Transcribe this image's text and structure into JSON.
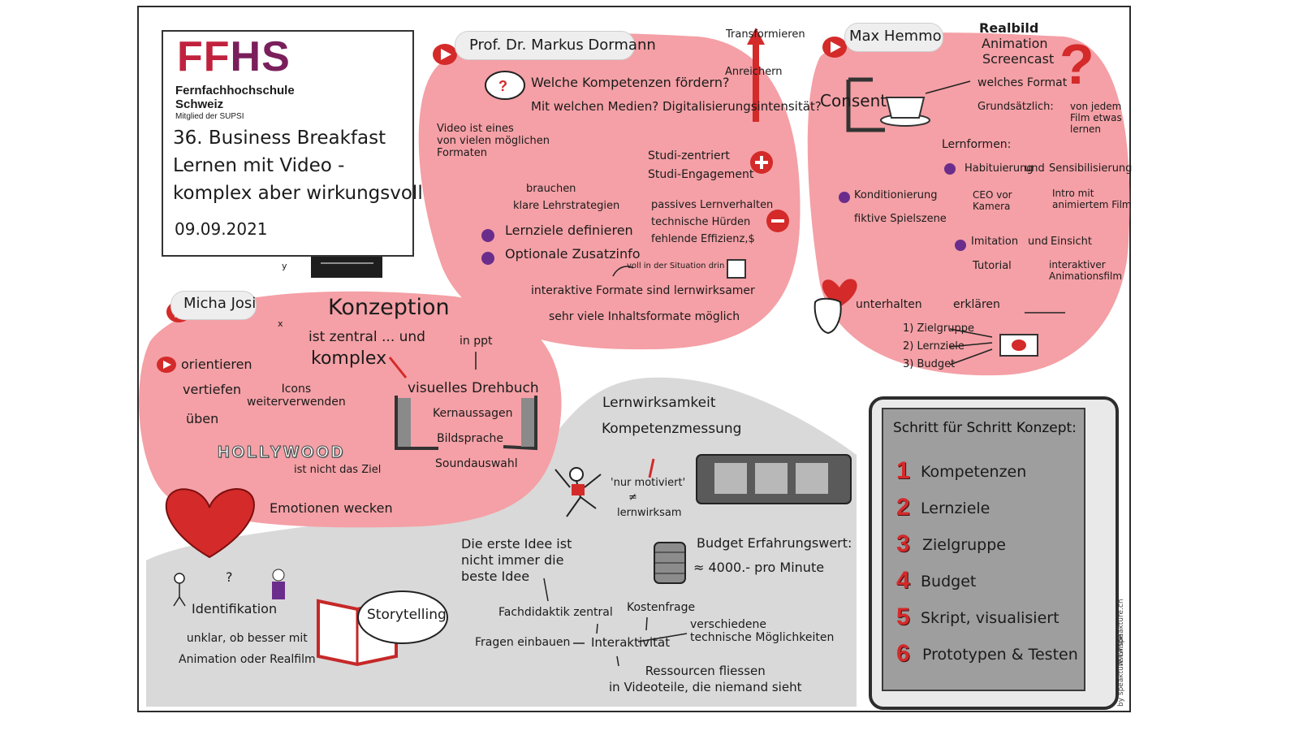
{
  "colors": {
    "blob_red": "#f4a0a6",
    "blob_grey": "#d9d9d9",
    "accent_red": "#d42a2a",
    "logo_red": "#c0223e",
    "logo_purple": "#7a1f5c",
    "purple_dot": "#6b2d8c"
  },
  "header": {
    "logo_ff": "FF",
    "logo_hs": "HS",
    "school_line1": "Fernfachhochschule",
    "school_line2": "Schweiz",
    "school_sub": "Mitglied der SUPSI",
    "title_line1": "36. Business Breakfast",
    "title_line2": "Lernen mit Video -",
    "title_line3": "komplex aber wirkungsvoll",
    "date": "09.09.2021"
  },
  "dormann": {
    "speaker": "Prof. Dr. Markus Dormann",
    "q1": "Welche Kompetenzen fördern?",
    "q2": "Mit welchen Medien? Digitalisierungsintensität?",
    "video_formats": "Video ist eines\nvon vielen möglichen\nFormaten",
    "transform_top": "Transformieren",
    "transform_bottom": "Anreichern",
    "studi1": "Studi-zentriert",
    "studi2": "Studi-Engagement",
    "brauchen1": "brauchen",
    "brauchen2": "klare Lehrstrategien",
    "item1": "Lernziele definieren",
    "item2": "Optionale Zusatzinfo",
    "minus1": "passives Lernverhalten",
    "minus2": "technische Hürden",
    "minus3": "fehlende Effizienz,$",
    "voll": "voll in der Situation drin",
    "interaktiv": "interaktive Formate sind lernwirksamer",
    "inhalte": "sehr viele Inhaltsformate möglich"
  },
  "hemmo": {
    "speaker": "Max Hemmo",
    "realbild": "Realbild",
    "animation": "Animation",
    "screencast": "Screencast",
    "consent": "Consent",
    "format": "welches Format",
    "grund_label": "Grundsätzlich:",
    "grund_text": "von jedem\nFilm etwas\nlernen",
    "lernformen": "Lernformen:",
    "habituierung": "Habituierung",
    "und1": "und",
    "sensibilisierung": "Sensibilisierung",
    "ceo": "CEO vor\nKamera",
    "intro": "Intro mit\nanimiertem Film",
    "konditionierung": "Konditionierung",
    "fiktive": "fiktive Spielszene",
    "imitation": "Imitation",
    "und2": "und",
    "einsicht": "Einsicht",
    "tutorial": "Tutorial",
    "interaktiver": "interaktiver\nAnimationsfilm",
    "unterhalten": "unterhalten",
    "erklaeren": "erklären",
    "z1": "1) Zielgruppe",
    "z2": "2) Lernziele",
    "z3": "3) Budget"
  },
  "josi": {
    "speaker": "Micha Josi",
    "konzeption": "Konzeption",
    "ist_zentral": "ist zentral ... und",
    "komplex": "komplex",
    "in_ppt": "in ppt",
    "orientieren": "orientieren",
    "vertiefen": "vertiefen",
    "ueben": "üben",
    "icons": "Icons\nweiterverwenden",
    "drehbuch": "visuelles Drehbuch",
    "kern": "Kernaussagen",
    "bild": "Bildsprache",
    "sound": "Soundauswahl",
    "hollywood": "HOLLYWOOD",
    "nicht_ziel": "ist nicht das Ziel",
    "emotionen": "Emotionen wecken",
    "axis_x": "x",
    "axis_y": "y"
  },
  "bottom": {
    "lernwirksamkeit": "Lernwirksamkeit",
    "kompetenz": "Kompetenzmessung",
    "nur_motiviert": "'nur motiviert'",
    "neq": "≠",
    "lernwirksam": "lernwirksam",
    "budget1": "Budget Erfahrungswert:",
    "budget2": "≈ 4000.- pro Minute",
    "idee": "Die erste Idee ist\nnicht immer die\nbeste Idee",
    "fachdidaktik": "Fachdidaktik zentral",
    "kostenfrage": "Kostenfrage",
    "fragen": "Fragen einbauen",
    "interaktivitaet": "Interaktivität",
    "techn": "verschiedene\ntechnische Möglichkeiten",
    "ressourcen": "Ressourcen fliessen\nin Videoteile, die niemand sieht",
    "identifikation": "Identifikation",
    "unklar": "unklar, ob besser mit\nAnimation oder Realfilm",
    "storytelling": "Storytelling",
    "question": "?"
  },
  "steps": {
    "title": "Schritt für Schritt Konzept:",
    "items": [
      {
        "n": "1",
        "label": "Kompetenzen"
      },
      {
        "n": "2",
        "label": "Lernziele"
      },
      {
        "n": "3",
        "label": "Zielgruppe"
      },
      {
        "n": "4",
        "label": "Budget"
      },
      {
        "n": "5",
        "label": "Skript, visualisiert"
      },
      {
        "n": "6",
        "label": "Prototypen & Testen"
      }
    ]
  },
  "credits": {
    "company": "by speakture GmbH",
    "site": "www.speakture.ch"
  }
}
